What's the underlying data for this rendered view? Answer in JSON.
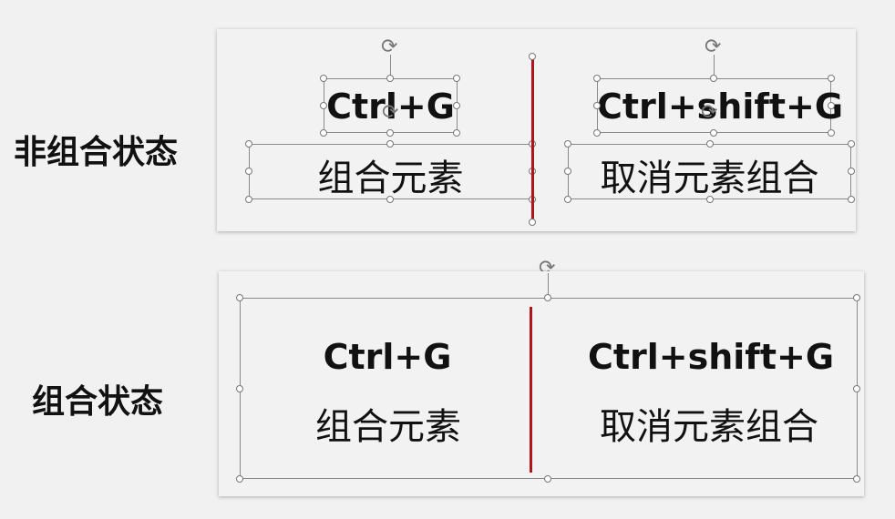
{
  "panels": {
    "ungrouped": {
      "state_label": "非组合状态",
      "left": {
        "shortcut": "Ctrl+G",
        "action": "组合元素"
      },
      "right": {
        "shortcut": "Ctrl+shift+G",
        "action": "取消元素组合"
      }
    },
    "grouped": {
      "state_label": "组合状态",
      "left": {
        "shortcut": "Ctrl+G",
        "action": "组合元素"
      },
      "right": {
        "shortcut": "Ctrl+shift+G",
        "action": "取消元素组合"
      }
    }
  },
  "icons": {
    "rotate": "rotate-handle-icon",
    "resize": "resize-handle-icon"
  },
  "colors": {
    "divider": "#b0141c",
    "slide_bg": "#f2f2f2",
    "page_bg": "#f1f1f1"
  }
}
